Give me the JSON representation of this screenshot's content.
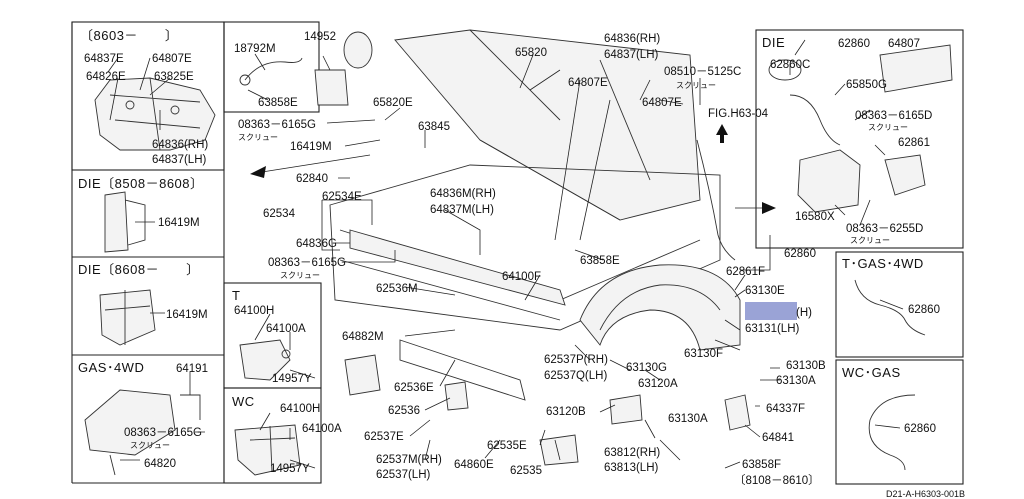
{
  "panels": {
    "p8603": "〔8603－　　〕",
    "die1": "DIE〔8508－8608〕",
    "die2": "DIE〔8608－　　〕",
    "t": "T",
    "gas4wd": "GAS･4WD",
    "wc": "WC",
    "die_right": "DIE",
    "tgas4wd": "T･GAS･4WD",
    "wcgas": "WC･GAS"
  },
  "screw_note": "スクリュー",
  "fig_ref": "FIG.H63-04",
  "highlight_color": "#9aa3d6",
  "footer_ref": "D21-A-H6303-001B",
  "date_note": "〔8108－8610〕",
  "parts": {
    "p64837e": "64837E",
    "p64807e_a": "64807E",
    "p64826e": "64826E",
    "p63825e": "63825E",
    "p64836rh_a": "64836(RH)",
    "p64837lh_a": "64837(LH)",
    "p16419m_a": "16419M",
    "p16419m_b": "16419M",
    "p64191": "64191",
    "p08363_a": "08363－6165G",
    "p64820": "64820",
    "p18792m": "18792M",
    "p14952": "14952",
    "p63858e_a": "63858E",
    "p08363_b": "08363－6165G",
    "p16419m_c": "16419M",
    "p62840": "62840",
    "p62534": "62534",
    "p62534e": "62534E",
    "p64836g": "64836G",
    "p08363_c": "08363－6165G",
    "p64100h_a": "64100H",
    "p64100a_a": "64100A",
    "p14957y_a": "14957Y",
    "p64100h_b": "64100H",
    "p64100a_b": "64100A",
    "p14957y_b": "14957Y",
    "p65820": "65820",
    "p65820e": "65820E",
    "p63845": "63845",
    "p64836mrh_a": "64836M(RH)",
    "p64837mlh_a": "64837M(LH)",
    "p62536m": "62536M",
    "p64882m": "64882M",
    "p62536e": "62536E",
    "p62536": "62536",
    "p62537e": "62537E",
    "p62537mrh": "62537M(RH)",
    "p62537lh": "62537(LH)",
    "p64860e": "64860E",
    "p64836rh_b": "64836(RH)",
    "p64837lh_b": "64837(LH)",
    "p64807e_b": "64807E",
    "p64807e_c": "64807E",
    "p08510": "08510－5125C",
    "p64100f": "64100F",
    "p63858e_b": "63858E",
    "p62537prh": "62537P(RH)",
    "p62537qlh": "62537Q(LH)",
    "p63130g": "63130G",
    "p63120a": "63120A",
    "p63120b": "63120B",
    "p62535e": "62535E",
    "p62535": "62535",
    "p63812rh": "63812(RH)",
    "p63813lh": "63813(LH)",
    "p62860_a": "62860",
    "p62861f": "62861F",
    "p63130e": "63130E",
    "p63130_h": "(H)",
    "p63131lh": "63131(LH)",
    "p63130f": "63130F",
    "p63130b": "63130B",
    "p63130a_a": "63130A",
    "p63130a_b": "63130A",
    "p64337f": "64337F",
    "p64841": "64841",
    "p63858f": "63858F",
    "p62860_b": "62860",
    "p62860c": "62860C",
    "p64807": "64807",
    "p65850g": "65850G",
    "p08363_d": "08363－6165D",
    "p62861": "62861",
    "p16580x": "16580X",
    "p08363_e": "08363－6255D",
    "p62860_c": "62860",
    "p62860_d": "62860"
  }
}
